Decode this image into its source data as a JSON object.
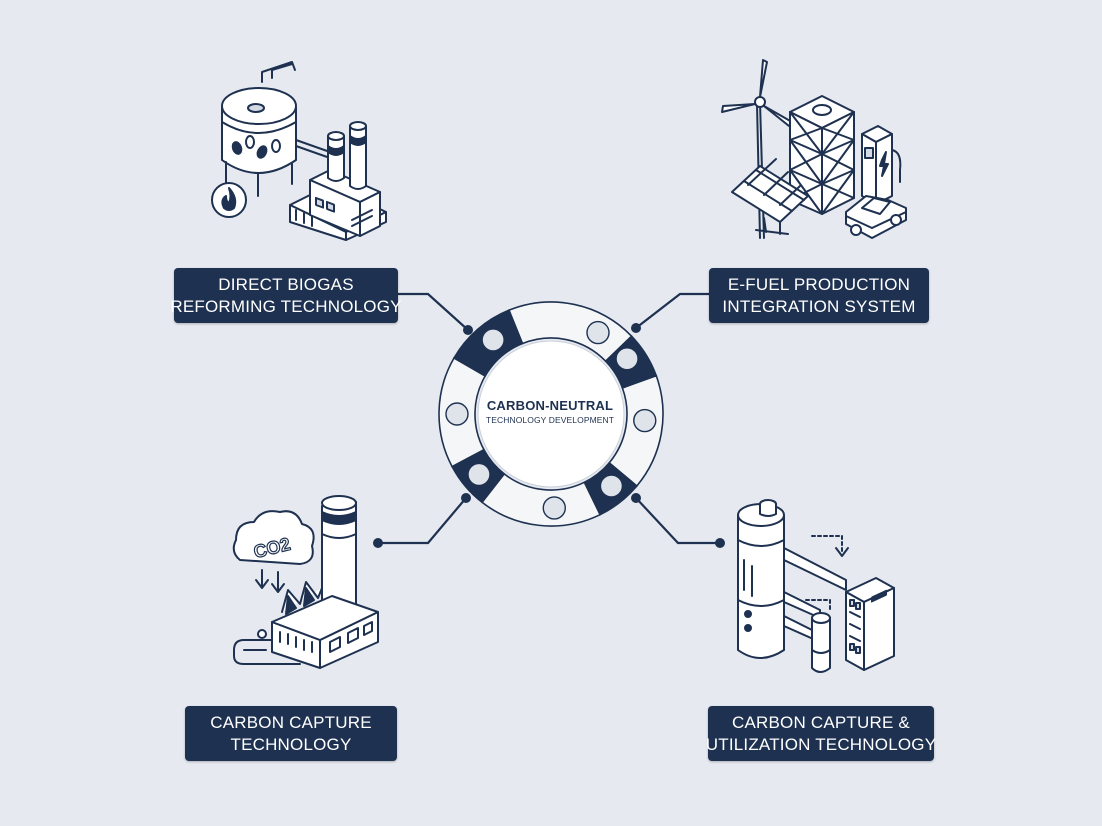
{
  "colors": {
    "background": "#e6eaf0",
    "navy": "#1e3150",
    "label_text": "#ffffff",
    "segment_light": "#f5f6f8",
    "segment_dark": "#1e3150",
    "icon_line": "#1e3150"
  },
  "center": {
    "title": "CARBON-NEUTRAL",
    "subtitle": "TECHNOLOGY DEVELOPMENT"
  },
  "branches": [
    {
      "id": "biogas",
      "line1": "DIRECT BIOGAS",
      "line2": "REFORMING TECHNOLOGY",
      "icon": "biogas-reactor-factory-icon"
    },
    {
      "id": "efuel",
      "line1": "E-FUEL PRODUCTION",
      "line2": "INTEGRATION SYSTEM",
      "icon": "wind-solar-fuel-station-icon"
    },
    {
      "id": "ccs",
      "line1": "CARBON CAPTURE",
      "line2": "TECHNOLOGY",
      "icon": "co2-capture-factory-icon",
      "icon_text": "CO2"
    },
    {
      "id": "ccu",
      "line1": "CARBON CAPTURE &",
      "line2": "UTILIZATION TECHNOLOGY",
      "icon": "ccu-processing-tower-icon"
    }
  ]
}
